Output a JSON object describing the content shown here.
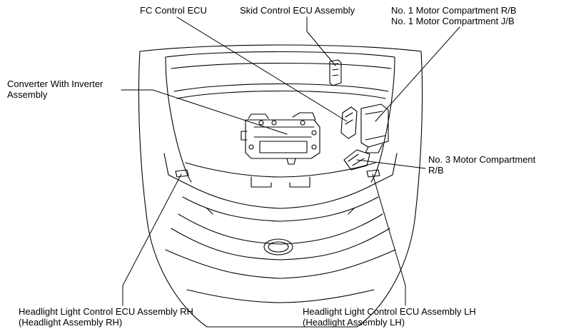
{
  "labels": {
    "fc_control_ecu": "FC Control ECU",
    "skid_control_ecu": "Skid Control ECU Assembly",
    "motor_rb_1_line1": "No. 1 Motor Compartment R/B",
    "motor_rb_1_line2": "No. 1 Motor Compartment J/B",
    "converter_line1": "Converter With Inverter",
    "converter_line2": "Assembly",
    "motor_rb_3_line1": "No. 3 Motor Compartment",
    "motor_rb_3_line2": "R/B",
    "headlight_rh_line1": "Headlight Light Control ECU Assembly RH",
    "headlight_rh_line2": "(Headlight Assembly RH)",
    "headlight_lh_line1": "Headlight Light Control ECU Assembly LH",
    "headlight_lh_line2": "(Headlight Assembly LH)"
  }
}
